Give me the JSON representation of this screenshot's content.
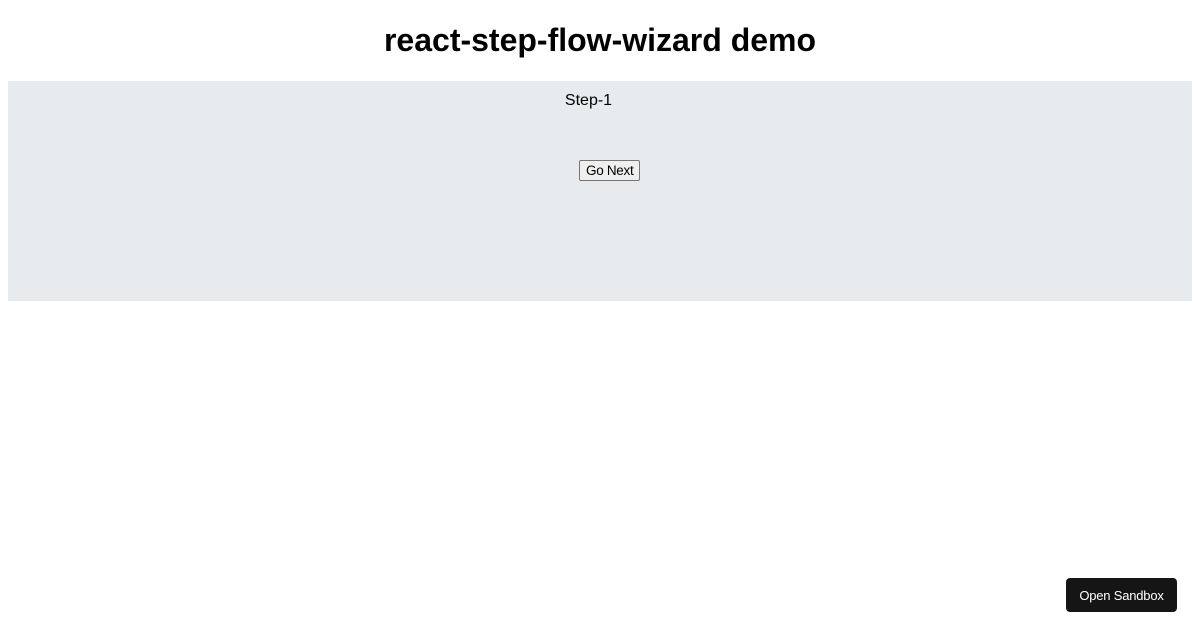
{
  "page": {
    "title": "react-step-flow-wizard demo"
  },
  "wizard": {
    "current_step_label": "Step-1",
    "next_button_label": "Go Next",
    "background_color": "#e7ebee"
  },
  "footer": {
    "open_sandbox_label": "Open Sandbox",
    "button_color": "#151515"
  }
}
